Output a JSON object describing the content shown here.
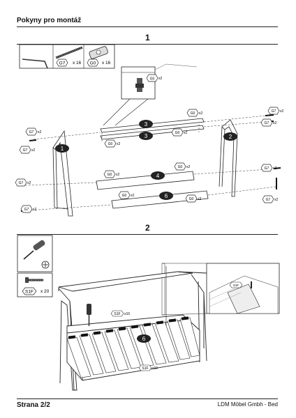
{
  "header": {
    "title": "Pokyny pro montáž"
  },
  "steps": [
    {
      "number": "1"
    },
    {
      "number": "2"
    }
  ],
  "parts": {
    "G7": {
      "code": "G7",
      "qty": "x 16"
    },
    "G0": {
      "code": "G0",
      "qty": "x 16"
    },
    "S1F": {
      "code": "S1F",
      "qty": "x 20"
    }
  },
  "callouts": {
    "x2": "x2",
    "g0": "G0",
    "g7": "G7",
    "s1f": "S1F",
    "s1f_x10": "x10"
  },
  "panels": [
    "1",
    "2",
    "3",
    "3",
    "4",
    "6",
    "6"
  ],
  "icons": [
    "allen-key-icon",
    "screwdriver-icon",
    "phillips-icon"
  ],
  "footer": {
    "page": "Strana 2/2",
    "company": "LDM Möbel Gmbh - Bed"
  }
}
